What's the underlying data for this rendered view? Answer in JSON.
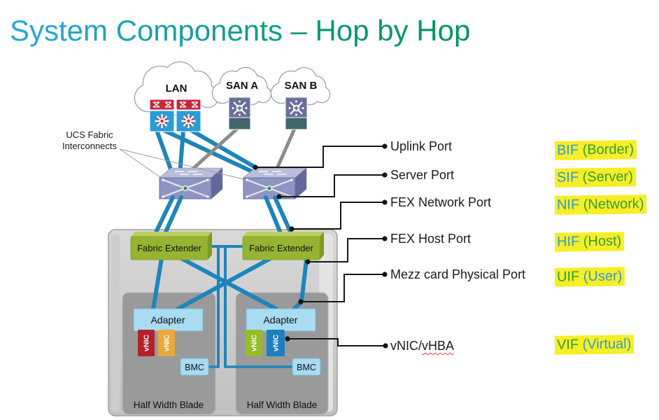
{
  "title": "System Components – Hop by Hop",
  "topology": {
    "clouds": [
      {
        "label": "LAN"
      },
      {
        "label": "SAN A"
      },
      {
        "label": "SAN B"
      }
    ],
    "fi_label": {
      "line1": "UCS Fabric",
      "line2": "Interconnects"
    },
    "fex": [
      "Fabric Extender",
      "Fabric Extender"
    ],
    "blades": [
      {
        "adapter": "Adapter",
        "vnics": [
          "vNIC",
          "vNIC"
        ],
        "bmc": "BMC",
        "label": "Half Width Blade"
      },
      {
        "adapter": "Adapter",
        "vnics": [
          "vNIC",
          "vNIC"
        ],
        "bmc": "BMC",
        "label": "Half Width Blade"
      }
    ]
  },
  "ports": [
    {
      "label": "Uplink Port"
    },
    {
      "label": "Server Port"
    },
    {
      "label": "FEX Network Port"
    },
    {
      "label": "FEX Host Port"
    },
    {
      "label": "Mezz card Physical Port"
    },
    {
      "prefix": "vNIC/",
      "suffix": "vHBA"
    }
  ],
  "interfaces": [
    {
      "acronym": "BIF",
      "name": "(Border)",
      "acronym_color": "#2E9BD6",
      "name_color": "#2F9E3B"
    },
    {
      "acronym": "SIF",
      "name": "(Server)",
      "acronym_color": "#2E9BD6",
      "name_color": "#2F9E3B"
    },
    {
      "acronym": "NIF",
      "name": "(Network)",
      "acronym_color": "#2E9BD6",
      "name_color": "#2F9E3B"
    },
    {
      "acronym": "HIF",
      "name": "(Host)",
      "acronym_color": "#2E9BD6",
      "name_color": "#2F9E3B"
    },
    {
      "acronym": "UIF",
      "name": "(User)",
      "acronym_color": "#2F9E3B",
      "name_color": "#2E9BD6"
    },
    {
      "acronym": "VIF",
      "name": "(Virtual)",
      "acronym_color": "#2F9E3B",
      "name_color": "#2E9BD6"
    }
  ],
  "colors": {
    "title_gradient_start": "#2BA7DE",
    "title_gradient_end": "#00945C",
    "highlight_yellow": "#F7EE26",
    "acronym_blue": "#2E9BD6",
    "acronym_green": "#2F9E3B",
    "cable_blue": "#1E85BB",
    "cable_gray": "#8C8C8C",
    "fex_green": "#95B431",
    "adapter_blue": "#A9DBF2",
    "vnic_colors": [
      "#B2222B",
      "#E9A93C",
      "#97BC27",
      "#1C80C0"
    ]
  }
}
